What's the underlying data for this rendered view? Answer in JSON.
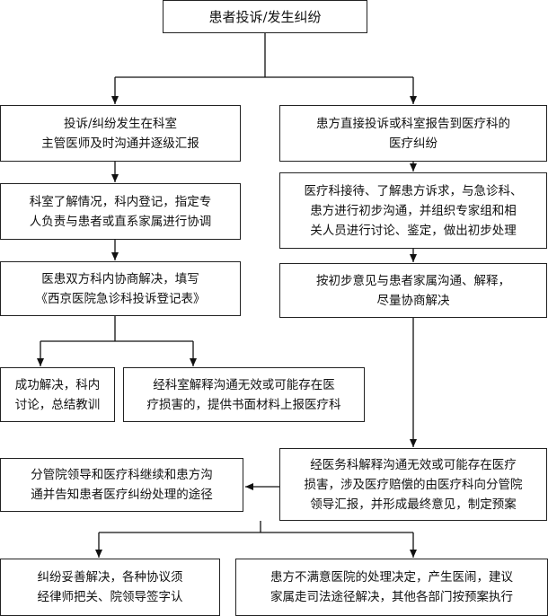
{
  "nodes": {
    "start": "患者投诉/发生纠纷",
    "left1": [
      "投诉/纠纷发生在科室",
      "主管医师及时沟通并逐级汇报"
    ],
    "right1": [
      "患方直接投诉或科室报告到医疗科的",
      "医疗纠纷"
    ],
    "left2": [
      "科室了解情况，科内登记，指定专",
      "人负责与患者或直系家属进行协调"
    ],
    "right2": [
      "医疗科接待、了解患方诉求，与急诊科、",
      "患方进行初步沟通，并组织专家组和相",
      "关人员进行讨论、鉴定，做出初步处理"
    ],
    "left3": [
      "医患双方科内协商解决，填写",
      "《西京医院急诊科投诉登记表》"
    ],
    "right3": [
      "按初步意见与患者家属沟通、解释，",
      "尽量协商解决"
    ],
    "success": [
      "成功解决，科内",
      "讨论，总结教训"
    ],
    "escalate": [
      "经科室解释沟通无效或可能存在医",
      "疗损害的，提供书面材料上报医疗科"
    ],
    "leader": [
      "分管院领导和医疗科继续和患方沟",
      "通并告知患者医疗纠纷处理的途径"
    ],
    "medical_dept": [
      "经医务科解释沟通无效或可能存在医疗",
      "损害，涉及医疗赔偿的由医疗科向分管院",
      "领导汇报，并形成最终意见，制定预案"
    ],
    "resolved": [
      "纠纷妥善解决，各种协议须",
      "经律师把关、院领导签字认"
    ],
    "unsatisfied": [
      "患方不满意医院的处理决定，产生医闹，建议",
      "家属走司法途径解决，其他各部门按预案执行"
    ]
  }
}
